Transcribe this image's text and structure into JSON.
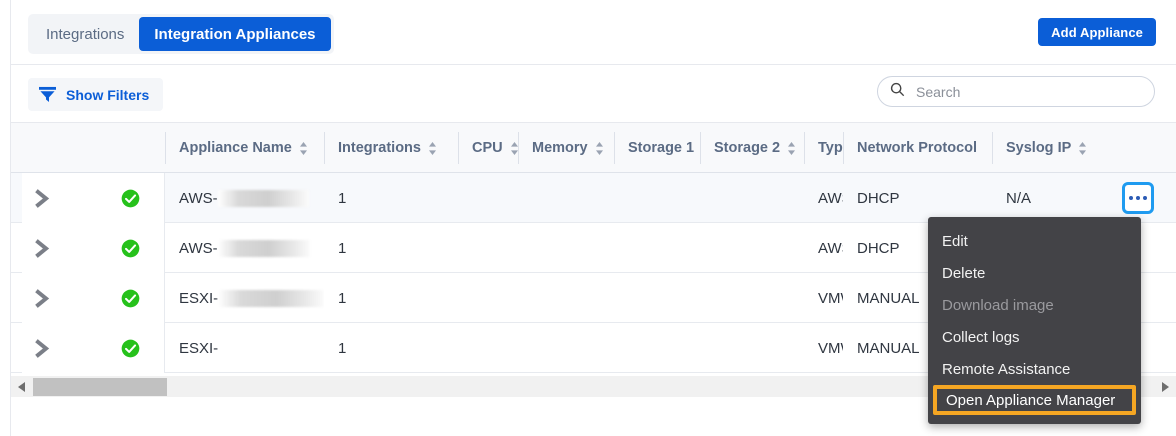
{
  "tabs": {
    "items": [
      {
        "label": "Integrations",
        "active": false
      },
      {
        "label": "Integration Appliances",
        "active": true
      }
    ],
    "add_button": "Add Appliance"
  },
  "toolbar": {
    "show_filters": "Show Filters",
    "filter_icon": "funnel-icon",
    "search_placeholder": "Search",
    "search_value": "",
    "search_icon": "search-icon"
  },
  "table": {
    "columns": [
      {
        "label": "Appliance Name",
        "sortable": true
      },
      {
        "label": "Integrations",
        "sortable": true
      },
      {
        "label": "CPU",
        "sortable": true
      },
      {
        "label": "Memory",
        "sortable": true
      },
      {
        "label": "Storage 1",
        "sortable": false
      },
      {
        "label": "Storage 2",
        "sortable": true
      },
      {
        "label": "Type",
        "sortable": false
      },
      {
        "label": "Network Protocol",
        "sortable": false
      },
      {
        "label": "Syslog IP",
        "sortable": true
      }
    ],
    "rows": [
      {
        "status": "healthy",
        "name_prefix": "AWS-",
        "name_redacted": true,
        "integrations": "1",
        "cpu": "",
        "memory": "",
        "storage1": "",
        "storage2": "",
        "type": "AWS",
        "network_protocol": "DHCP",
        "syslog_ip": "N/A",
        "selected": true
      },
      {
        "status": "healthy",
        "name_prefix": "AWS-",
        "name_redacted": true,
        "integrations": "1",
        "cpu": "",
        "memory": "",
        "storage1": "",
        "storage2": "",
        "type": "AWS",
        "network_protocol": "DHCP",
        "syslog_ip": "",
        "selected": false
      },
      {
        "status": "healthy",
        "name_prefix": "ESXI-",
        "name_redacted": true,
        "integrations": "1",
        "cpu": "",
        "memory": "",
        "storage1": "",
        "storage2": "",
        "type": "VMW",
        "network_protocol": "MANUAL",
        "syslog_ip": "",
        "selected": false
      },
      {
        "status": "healthy",
        "name_prefix": "ESXI-",
        "name_redacted": false,
        "integrations": "1",
        "cpu": "",
        "memory": "",
        "storage1": "",
        "storage2": "",
        "type": "VMW",
        "network_protocol": "MANUAL",
        "syslog_ip": "",
        "selected": false
      }
    ]
  },
  "context_menu": {
    "items": [
      {
        "label": "Edit",
        "state": "normal"
      },
      {
        "label": "Delete",
        "state": "normal"
      },
      {
        "label": "Download image",
        "state": "disabled"
      },
      {
        "label": "Collect logs",
        "state": "normal"
      },
      {
        "label": "Remote Assistance",
        "state": "normal"
      },
      {
        "label": "Open Appliance Manager",
        "state": "highlighted"
      }
    ],
    "highlight_color": "#f5a623"
  },
  "scrollbar": {
    "left_arrow_icon": "triangle-left-icon",
    "right_arrow_icon": "triangle-right-icon"
  },
  "colors": {
    "accent_blue": "#0b5ed7",
    "focus_blue": "#1f9bf0",
    "status_green": "#26c11b",
    "menu_bg": "#434347",
    "highlight_orange": "#f5a623"
  }
}
